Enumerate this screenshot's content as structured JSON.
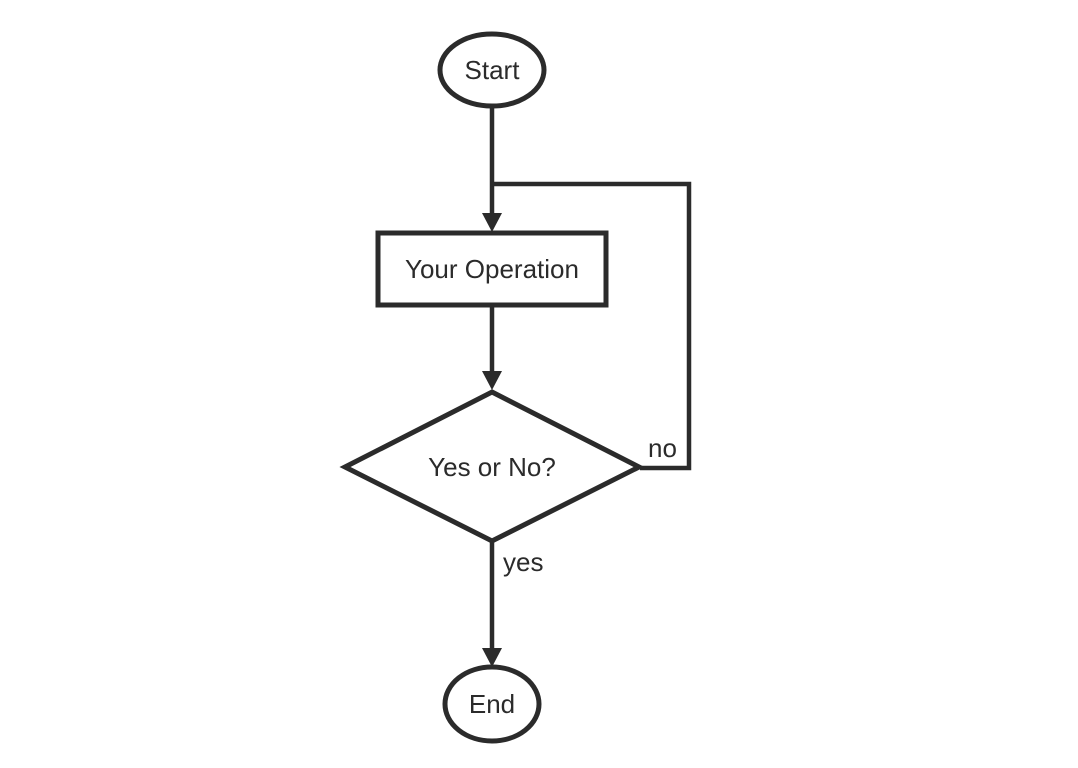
{
  "diagram": {
    "type": "flowchart",
    "colors": {
      "stroke": "#2b2b2b",
      "text": "#2b2b2b",
      "background": "#ffffff"
    },
    "nodes": {
      "start": {
        "label": "Start",
        "shape": "oval"
      },
      "operation": {
        "label": "Your Operation",
        "shape": "rectangle"
      },
      "decision": {
        "label": "Yes or No?",
        "shape": "diamond"
      },
      "end": {
        "label": "End",
        "shape": "oval"
      }
    },
    "edges": {
      "start_to_operation": {
        "label": ""
      },
      "operation_to_decision": {
        "label": ""
      },
      "decision_yes": {
        "label": "yes"
      },
      "decision_no_loop": {
        "label": "no"
      }
    }
  }
}
